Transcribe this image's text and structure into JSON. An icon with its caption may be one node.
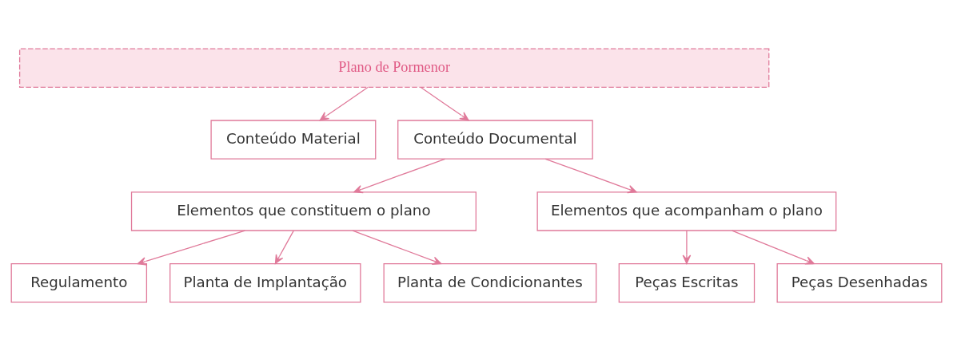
{
  "diagram": {
    "nodes": [
      {
        "text": [
          "Plano de Pormenor"
        ]
      },
      {
        "text": [
          "Conteúdo Material"
        ]
      },
      {
        "text": [
          "Conteúdo Documental"
        ]
      },
      {
        "text": [
          "Elementos que constituem o plano"
        ]
      },
      {
        "text": [
          "Elementos que acompanham o plano"
        ]
      },
      {
        "text": [
          "Regulamento"
        ]
      },
      {
        "text": [
          "Planta de Implantação"
        ]
      },
      {
        "text": [
          "Planta de Condicionantes"
        ]
      },
      {
        "text": [
          "Peças Escritas"
        ]
      },
      {
        "text": [
          "Peças Desenhadas"
        ]
      }
    ],
    "edges": [
      {
        "from": 0,
        "to": 1,
        "arrow": "to"
      },
      {
        "from": 0,
        "to": 2,
        "arrow": "to"
      },
      {
        "from": 2,
        "to": 3,
        "arrow": "to"
      },
      {
        "from": 2,
        "to": 4,
        "arrow": "to"
      },
      {
        "from": 3,
        "to": 5,
        "arrow": "to"
      },
      {
        "from": 3,
        "to": 6,
        "arrow": "to"
      },
      {
        "from": 3,
        "to": 7,
        "arrow": "to"
      },
      {
        "from": 4,
        "to": 8,
        "arrow": "to"
      },
      {
        "from": 4,
        "to": 9,
        "arrow": "to"
      }
    ]
  }
}
